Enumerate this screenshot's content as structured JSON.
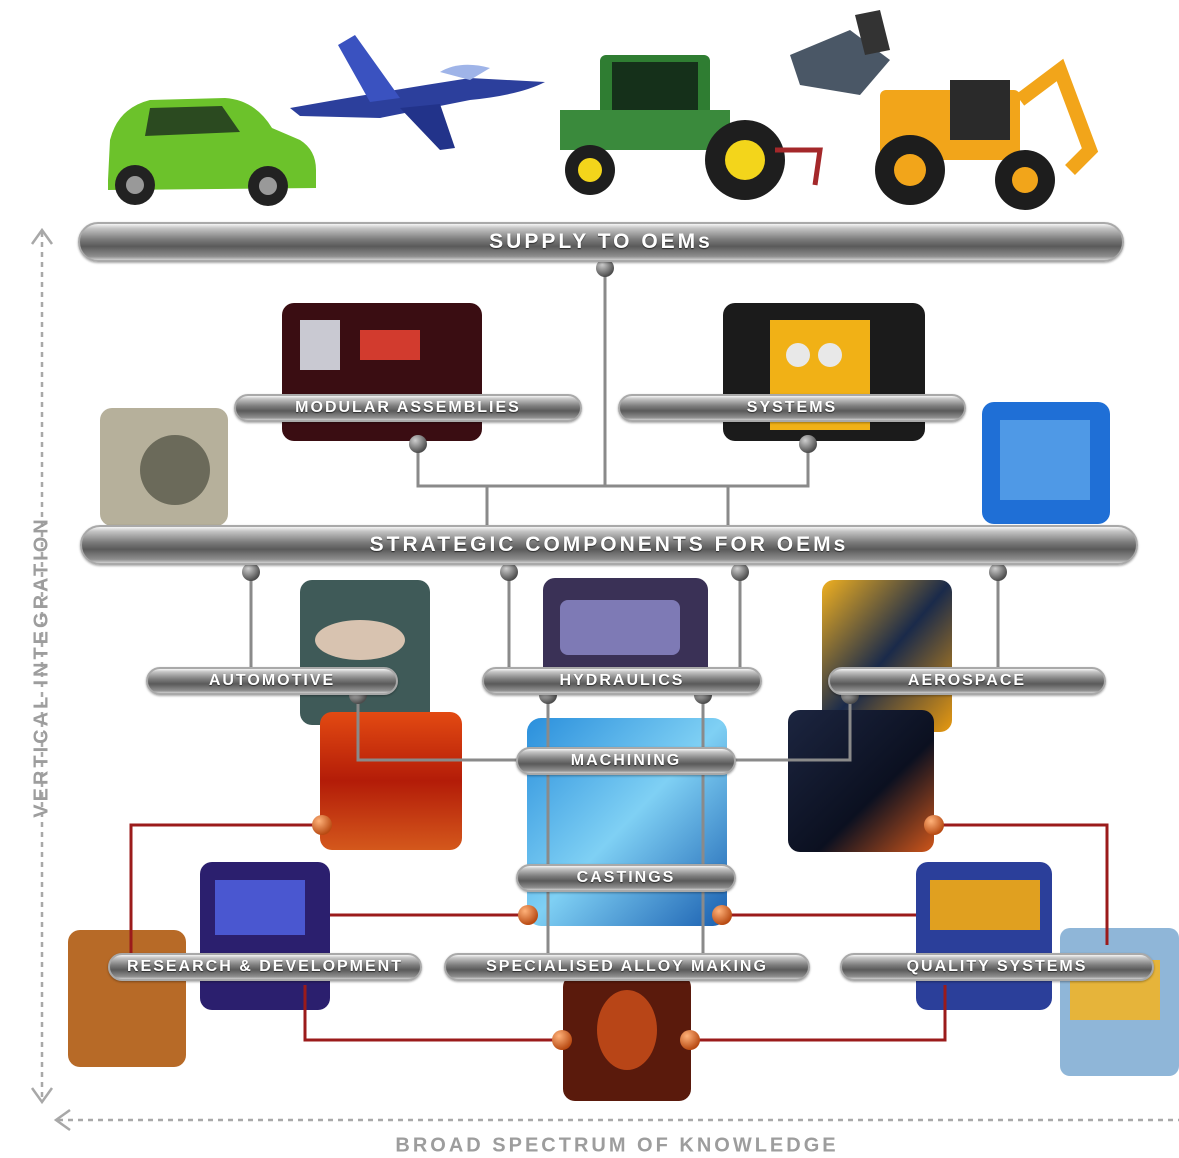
{
  "header_vehicles": [
    {
      "name": "car",
      "color": "#6cc22b"
    },
    {
      "name": "jet",
      "color": "#2c3f9c"
    },
    {
      "name": "tractor",
      "color": "#2f7d32"
    },
    {
      "name": "backhoe-loader",
      "color": "#f2a51a"
    }
  ],
  "bars": {
    "supply": "SUPPLY TO OEMs",
    "modular": "MODULAR ASSEMBLIES",
    "systems": "SYSTEMS",
    "strategic": "STRATEGIC COMPONENTS FOR OEMs",
    "automotive": "AUTOMOTIVE",
    "hydraulics": "HYDRAULICS",
    "aerospace": "AEROSPACE",
    "machining": "MACHINING",
    "castings": "CASTINGS",
    "rnd": "RESEARCH & DEVELOPMENT",
    "alloy": "SPECIALISED ALLOY MAKING",
    "quality": "QUALITY SYSTEMS"
  },
  "axes": {
    "vertical": "VERTICAL INTEGRATION",
    "horizontal": "BROAD SPECTRUM OF KNOWLEDGE"
  },
  "colors": {
    "gray_connector": "#8a8a8a",
    "red_connector": "#9b1b1b",
    "orange_node": "#e0702a",
    "axis_gray": "#a8a8a8"
  }
}
